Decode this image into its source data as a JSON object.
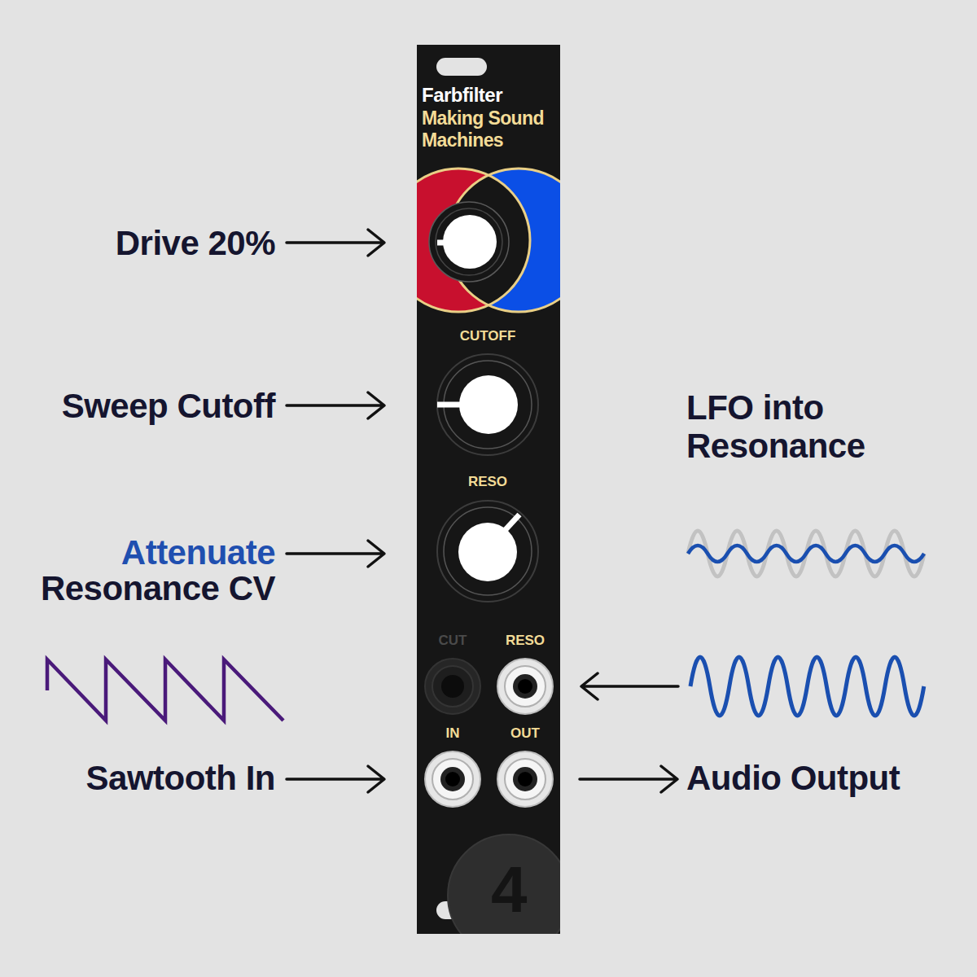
{
  "diagram": {
    "nodes": [
      {
        "text": [
          "Farbfilter",
          "Making Sound Machines"
        ]
      },
      {
        "text": [
          "CUTOFF"
        ],
        "in": 0
      },
      {
        "text": [
          "RESO"
        ],
        "in": 0
      },
      {
        "text": [
          "CUT"
        ],
        "in": 0
      },
      {
        "text": [
          "RESO"
        ],
        "in": 0
      },
      {
        "text": [
          "IN"
        ],
        "in": 0
      },
      {
        "text": [
          "OUT"
        ],
        "in": 0
      }
    ],
    "labels": [
      "Drive 20%",
      "Sweep Cutoff",
      "Attenuate",
      "Resonance CV",
      "LFO into Resonance",
      "Sawtooth In",
      "Audio Output",
      "4"
    ]
  }
}
